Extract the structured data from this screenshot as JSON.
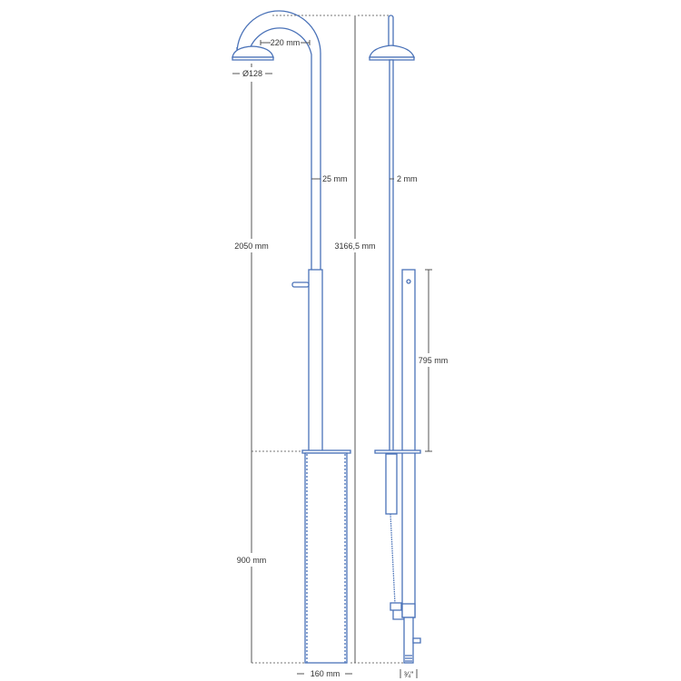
{
  "dimensions": {
    "arc_reach": "220 mm",
    "head_diameter": "Ø128",
    "pipe_diameter": "25 mm",
    "rod_diameter": "2 mm",
    "shower_height": "2050 mm",
    "total_height": "3166,5 mm",
    "side_pipe_height": "795 mm",
    "base_height": "900 mm",
    "base_width": "160 mm",
    "thread": "¾\""
  },
  "colors": {
    "outline": "#4a72b8",
    "dimension": "#555555"
  }
}
